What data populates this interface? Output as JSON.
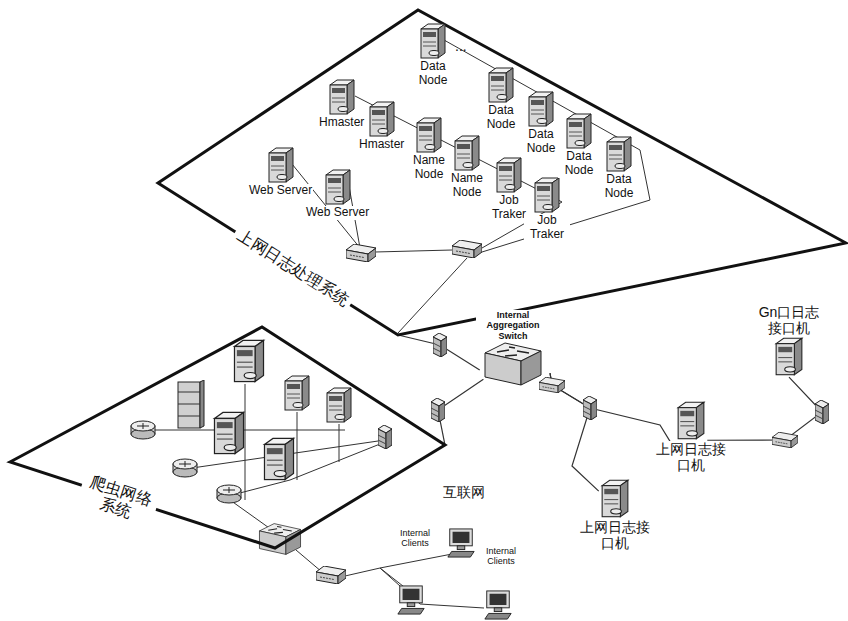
{
  "diagram": {
    "nodes": [
      {
        "text": [
          "上网日志处理系统"
        ]
      },
      {
        "text": [
          "Data Node"
        ],
        "in": 0
      },
      {
        "text": [
          "Hmaster"
        ],
        "in": 0
      },
      {
        "text": [
          "Hmaster"
        ],
        "in": 0
      },
      {
        "text": [
          "Web Server"
        ],
        "in": 0
      },
      {
        "text": [
          "Web Server"
        ],
        "in": 0
      },
      {
        "text": [
          "Name Node"
        ],
        "in": 0
      },
      {
        "text": [
          "Name Node"
        ],
        "in": 0
      },
      {
        "text": [
          "Job Traker"
        ],
        "in": 0
      },
      {
        "text": [
          "Job Traker"
        ],
        "in": 0
      },
      {
        "text": [
          "Data Node"
        ],
        "in": 0
      },
      {
        "text": [
          "Data Node"
        ],
        "in": 0
      },
      {
        "text": [
          "Data Node"
        ],
        "in": 0
      },
      {
        "text": [
          "Data Node"
        ],
        "in": 0
      },
      {
        "text": [
          "爬虫网络系统"
        ]
      },
      {
        "text": [
          "Internal Aggregation Switch"
        ]
      },
      {
        "text": [
          "Gn口日志接口机"
        ]
      },
      {
        "text": [
          "上网日志接口机"
        ]
      },
      {
        "text": [
          "上网日志接口机"
        ]
      }
    ],
    "edges": [
      {
        "from": 0,
        "to": 15,
        "arrow": "none"
      },
      {
        "from": 14,
        "to": 15,
        "arrow": "none"
      },
      {
        "from": 15,
        "to": 17,
        "arrow": "none"
      },
      {
        "from": 15,
        "to": 18,
        "arrow": "none"
      },
      {
        "from": 16,
        "to": 17,
        "arrow": "none"
      }
    ],
    "labels": [
      "...",
      "互联网",
      "Internal Clients",
      "Internal Clients"
    ]
  }
}
